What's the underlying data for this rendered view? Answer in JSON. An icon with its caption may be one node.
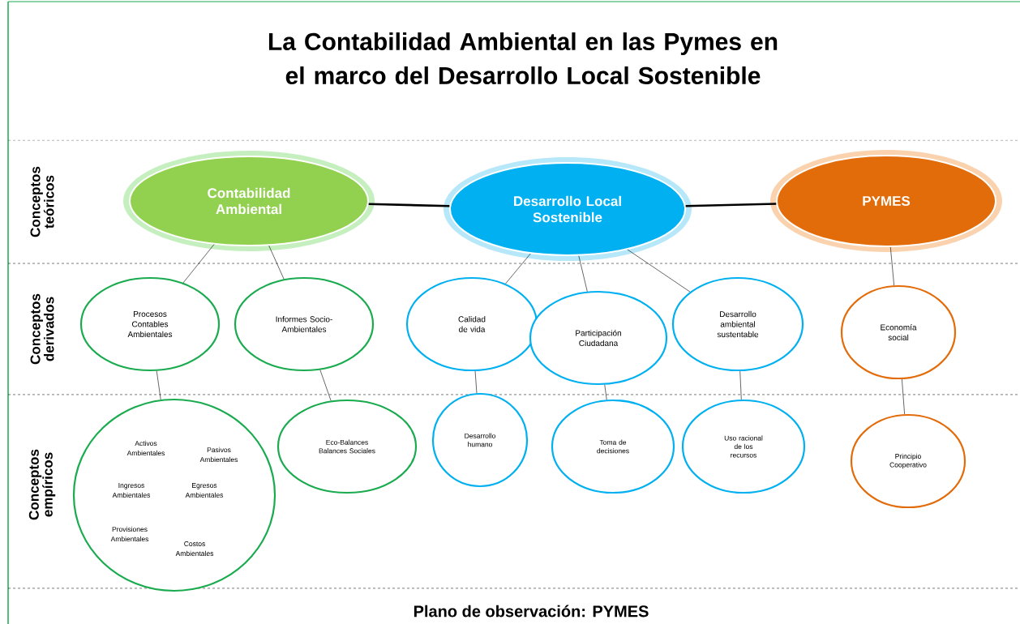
{
  "diagram": {
    "title": "La Contabilidad Ambiental en las Pymes en el marco del Desarrollo Local Sostenible",
    "nodes": [
      {
        "text": [
          "Contabilidad Ambiental"
        ]
      },
      {
        "text": [
          "Desarrollo Local Sostenible"
        ]
      },
      {
        "text": [
          "PYMES"
        ]
      },
      {
        "text": [
          "Procesos Contables Ambientales"
        ]
      },
      {
        "text": [
          "Informes Socio-Ambientales"
        ]
      },
      {
        "text": [
          "Calidad de vida"
        ]
      },
      {
        "text": [
          "Participación Ciudadana"
        ]
      },
      {
        "text": [
          "Desarrollo ambiental sustentable"
        ]
      },
      {
        "text": [
          "Economía social"
        ]
      },
      {
        "text": [
          "Activos Ambientales",
          "Pasivos Ambientales",
          "Ingresos Ambientales",
          "Egresos Ambientales",
          "Provisiones Ambientales",
          "Costos Ambientales"
        ]
      },
      {
        "text": [
          "Eco-Balances Balances Sociales"
        ]
      },
      {
        "text": [
          "Desarrollo humano"
        ]
      },
      {
        "text": [
          "Toma de decisiones"
        ]
      },
      {
        "text": [
          "Uso racional de los recursos"
        ]
      },
      {
        "text": [
          "Principio Cooperativo"
        ]
      }
    ],
    "edges": [
      {
        "from": 0,
        "to": 1,
        "arrow": "none",
        "style": "thick"
      },
      {
        "from": 1,
        "to": 2,
        "arrow": "none",
        "style": "thick"
      },
      {
        "from": 0,
        "to": 3,
        "arrow": "none"
      },
      {
        "from": 0,
        "to": 4,
        "arrow": "none"
      },
      {
        "from": 1,
        "to": 5,
        "arrow": "none"
      },
      {
        "from": 1,
        "to": 6,
        "arrow": "none"
      },
      {
        "from": 1,
        "to": 7,
        "arrow": "none"
      },
      {
        "from": 2,
        "to": 8,
        "arrow": "none"
      },
      {
        "from": 3,
        "to": 9,
        "arrow": "none"
      },
      {
        "from": 4,
        "to": 10,
        "arrow": "none"
      },
      {
        "from": 5,
        "to": 11,
        "arrow": "none"
      },
      {
        "from": 6,
        "to": 12,
        "arrow": "none"
      },
      {
        "from": 7,
        "to": 13,
        "arrow": "none"
      },
      {
        "from": 8,
        "to": 14,
        "arrow": "none"
      }
    ],
    "labels": [
      "Conceptos teóricos",
      "Conceptos derivados",
      "Conceptos empíricos",
      "Plano de observación: PYMES"
    ]
  }
}
